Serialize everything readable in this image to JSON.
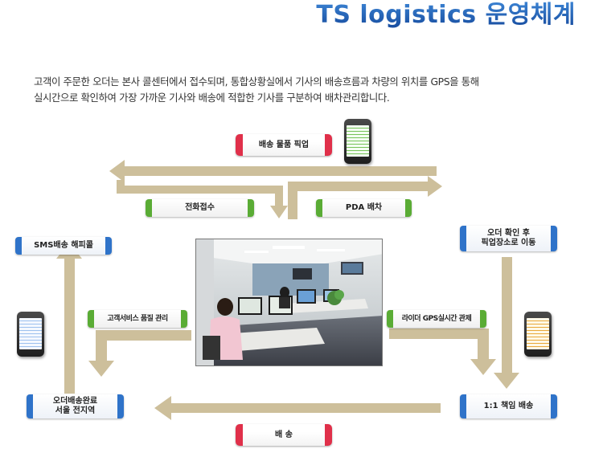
{
  "header": {
    "title": "TS logistics 운영체계"
  },
  "description": {
    "line1": "고객이 주문한 오더는 본사 콜센터에서 접수되며, 통합상황실에서  기사의 배송흐름과 차량의 위치를 GPS을 통해",
    "line2": "실시간으로 확인하여 가장 가까운 기사와 배송에 적합한 기사를 구분하여 배차관리합니다."
  },
  "flow": {
    "pickup": "배송 물품 픽업",
    "phone_call": "전화접수",
    "pda_dispatch": "PDA  배차",
    "sms": "SMS배송 해피콜",
    "order_confirm": [
      "오더 확인 후",
      "픽업장소로 이동"
    ],
    "customer_service": "고객서비스 품질 관리",
    "gps": "라이더 GPS실시간 관제",
    "delivery_done": [
      "오더배송완료",
      "서울 전지역"
    ],
    "one_to_one": "1:1  책임 배송",
    "delivery": "배   송"
  },
  "colors": {
    "title_blue": "#1f5eb5",
    "arrow": "#cdbf9b",
    "red": "#e0304a",
    "green": "#5aac35",
    "blue": "#2f73c9"
  },
  "icons": [
    "smartphone-icon",
    "arrow-icon"
  ]
}
